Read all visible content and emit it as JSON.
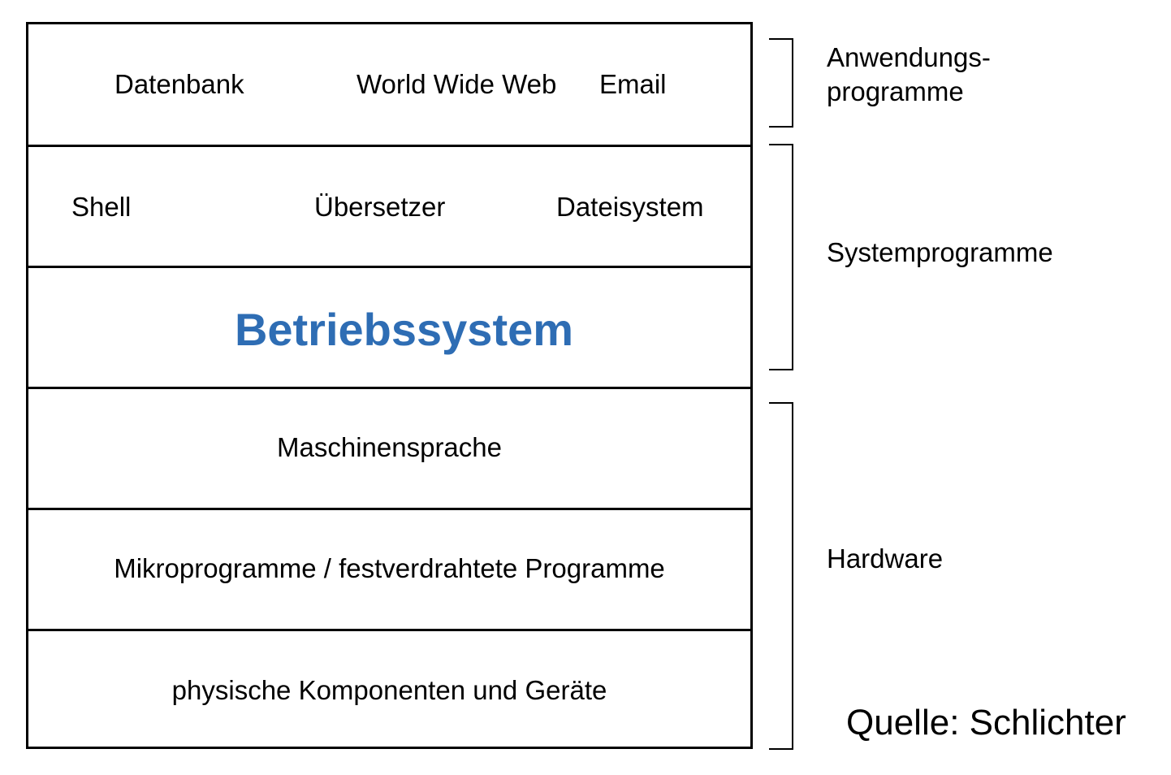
{
  "layers": {
    "applications": {
      "items": [
        "Datenbank",
        "World Wide Web",
        "Email"
      ]
    },
    "system_tools": {
      "items": [
        "Shell",
        "Übersetzer",
        "Dateisystem"
      ]
    },
    "os": {
      "label": "Betriebssystem",
      "color": "#2e6db4"
    },
    "machine_language": {
      "label": "Maschinensprache"
    },
    "microprograms": {
      "label": "Mikroprogramme / festverdrahtete Programme"
    },
    "physical": {
      "label": "physische Komponenten und Geräte"
    }
  },
  "groups": {
    "applications": {
      "line1": "Anwendungs-",
      "line2": "programme"
    },
    "system": {
      "label": "Systemprogramme"
    },
    "hardware": {
      "label": "Hardware"
    }
  },
  "source": "Quelle: Schlichter"
}
